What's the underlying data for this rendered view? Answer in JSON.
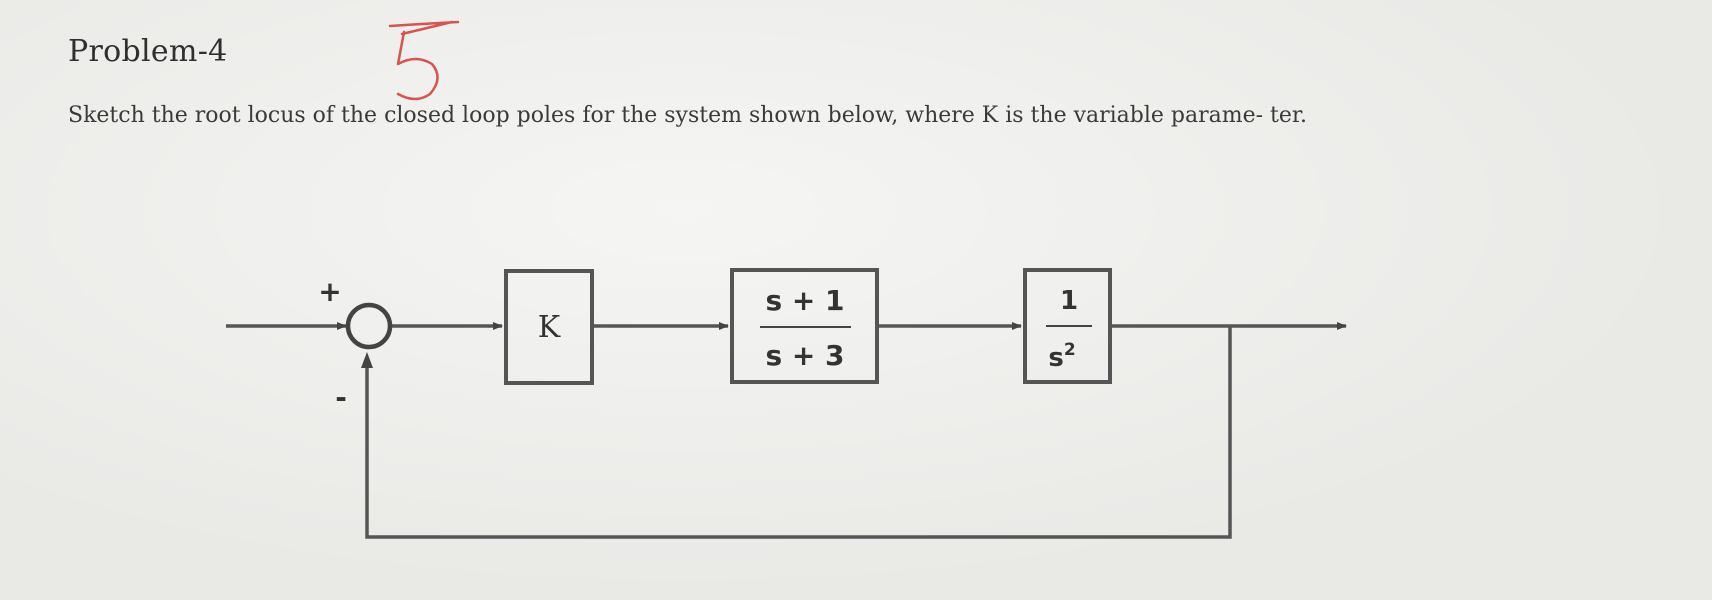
{
  "problem": {
    "title": "Problem-4",
    "text": "Sketch the root locus of the closed loop poles for the system shown below, where K is the variable parame- ter.",
    "handwritten_score": "5"
  },
  "diagram": {
    "summing_junction": {
      "plus_sign": "+",
      "minus_sign": "-"
    },
    "gain_block": {
      "label": "K"
    },
    "compensator_block": {
      "numerator": "s + 1",
      "denominator": "s + 3"
    },
    "plant_block": {
      "numerator": "1",
      "denominator_base": "s",
      "denominator_exponent": "2"
    }
  },
  "colors": {
    "ink": "#333333",
    "handwriting": "#d9534f",
    "paper": "#e9e9e6"
  }
}
